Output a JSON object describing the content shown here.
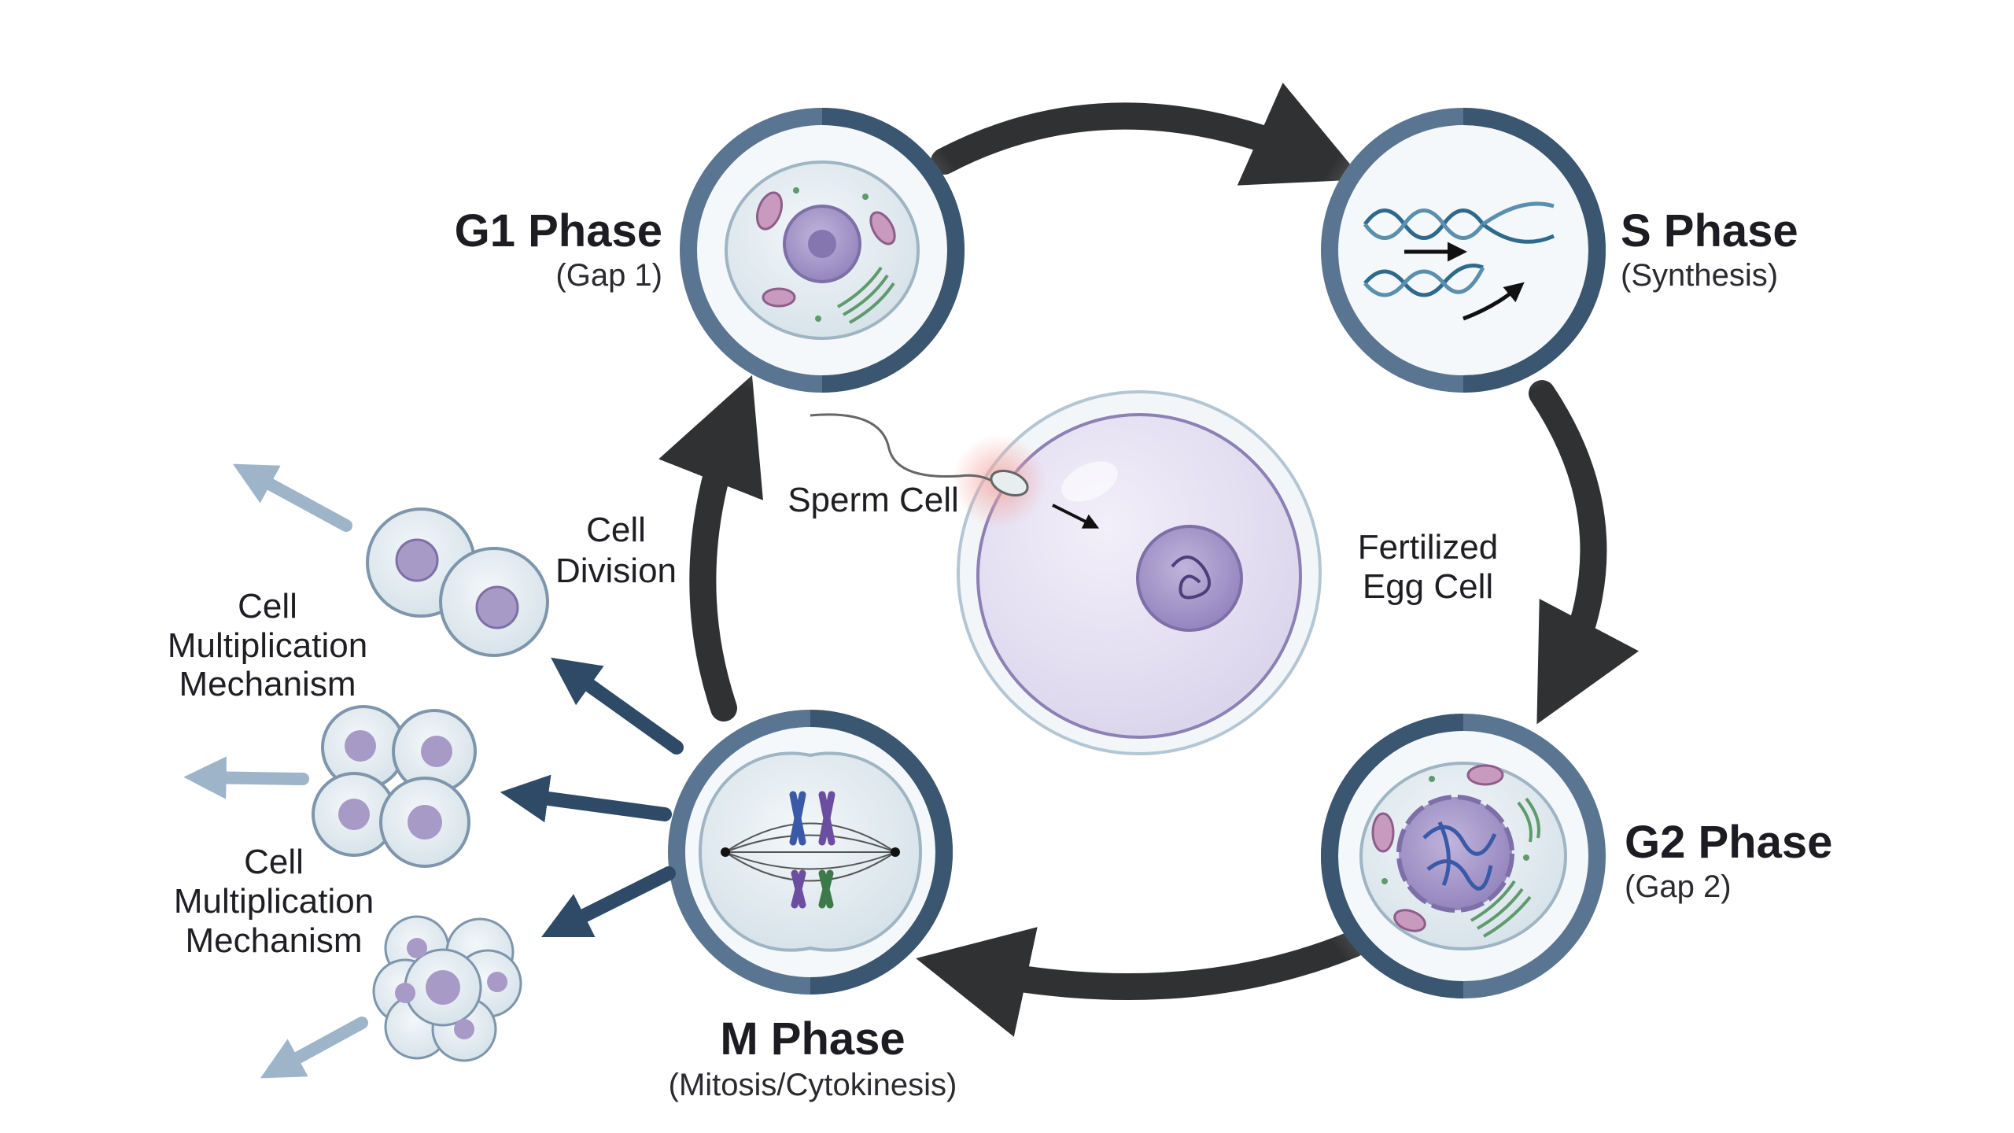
{
  "phases": {
    "g1": {
      "title": "G1 Phase",
      "subtitle": "(Gap 1)"
    },
    "s": {
      "title": "S Phase",
      "subtitle": "(Synthesis)"
    },
    "g2": {
      "title": "G2 Phase",
      "subtitle": "(Gap 2)"
    },
    "m": {
      "title": "M Phase",
      "subtitle": "(Mitosis/Cytokinesis)"
    }
  },
  "center": {
    "sperm_label": "Sperm Cell",
    "egg_label_line1": "Fertilized",
    "egg_label_line2": "Egg Cell"
  },
  "cell_division": {
    "line1": "Cell",
    "line2": "Division"
  },
  "multiplication_label_top": {
    "line1": "Cell",
    "line2": "Multiplication",
    "line3": "Mechanism"
  },
  "multiplication_label_bottom": {
    "line1": "Cell",
    "line2": "Multiplication",
    "line3": "Mechanism"
  },
  "colors": {
    "ring": "#5a7591",
    "ring_dark": "#3b5670",
    "cycle_arrow": "#2f3133",
    "cell_fill": "#e3ecf1",
    "nucleus": "#a79ac7",
    "egg_fill": "#e6e2f2",
    "dna_blue": "#2e6a8c",
    "chromosome_blue": "#3a5aa8",
    "chromosome_purple": "#6b4ea0",
    "chromosome_green": "#3d7a4a",
    "mitochondria": "#b07fa7",
    "golgi": "#5f9a6c",
    "output_arrow": "#2e4a66",
    "faded_arrow": "#8ea8c0"
  }
}
